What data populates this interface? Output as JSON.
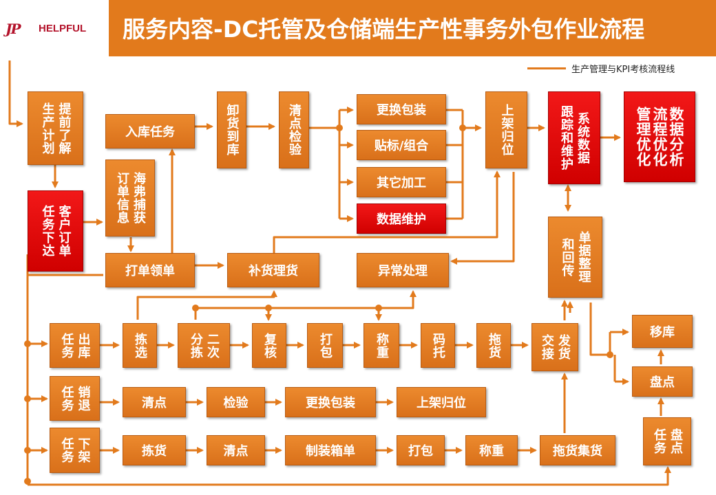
{
  "header": {
    "title": "服务内容-DC托管及仓储端生产性事务外包作业流程"
  },
  "logo": {
    "mark": "JP",
    "text": "HELPFUL"
  },
  "legend": {
    "label": "生产管理与KPI考核流程线"
  },
  "colors": {
    "orange": "#e27a1c",
    "red": "#e00000",
    "line": "#e27a1c"
  },
  "nodes": {
    "plan": "提前了解\n生产计划",
    "order": "客户订单\n任务下达",
    "inbound_task": "入库任务",
    "sea_order": "海弗捕获\n订单信息",
    "unload": "卸货到库",
    "count1": "清点检验",
    "repack": "更换包装",
    "label_combo": "贴标/组合",
    "other_process": "其它加工",
    "data_maint": "数据维护",
    "shelve": "上架归位",
    "sys_track": "系统数据\n跟踪和维护",
    "data_analysis": "数据分析\n流程优化\n管理优化",
    "print_order": "打单领单",
    "replenish": "补货理货",
    "exception": "异常处理",
    "doc_return": "单据整理\n和回传",
    "outbound": "出库\n任务",
    "pick": "拣选",
    "second_sort": "二次\n分拣",
    "recheck": "复核",
    "pack": "打包",
    "weigh": "称重",
    "pallet": "码托",
    "drag": "拖货",
    "handover": "发货\n交接",
    "move_stock": "移库",
    "stocktake": "盘点",
    "return_task": "销退\n任务",
    "ret_count": "清点",
    "ret_inspect": "检验",
    "ret_repack": "更换包装",
    "ret_shelve": "上架归位",
    "off_task": "下架\n任务",
    "off_pick": "拣货",
    "off_count": "清点",
    "off_box": "制装箱单",
    "off_pack": "打包",
    "off_weigh": "称重",
    "off_collect": "拖货集货",
    "stocktake_task": "盘点\n任务"
  }
}
